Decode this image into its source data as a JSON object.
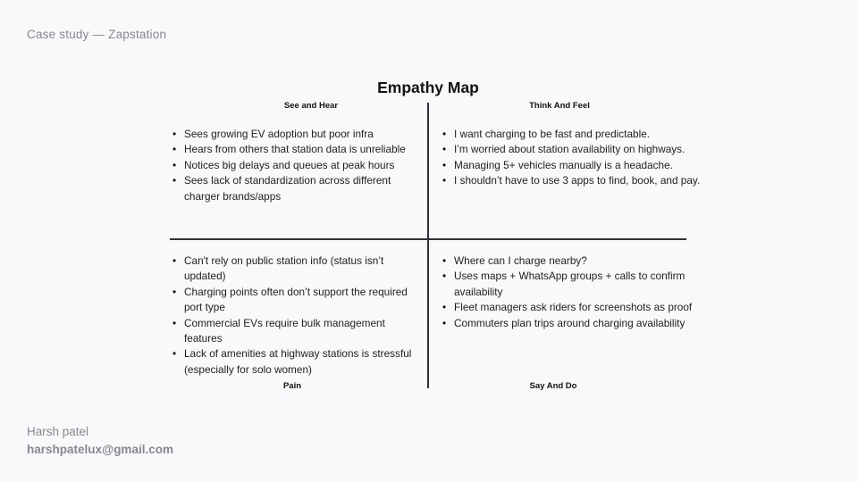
{
  "header": {
    "title": "Case study — Zapstation"
  },
  "empathy_map": {
    "title": "Empathy Map",
    "quadrants": {
      "see_and_hear": {
        "label": "See and Hear",
        "items": [
          "Sees growing EV adoption but poor infra",
          "Hears from others that station data is unreliable",
          "Notices big delays and queues at peak hours",
          "Sees lack of standardization across different charger brands/apps"
        ]
      },
      "think_and_feel": {
        "label": "Think And Feel",
        "items": [
          "I want charging to be fast and predictable.",
          "I’m worried about station availability on highways.",
          "Managing 5+ vehicles manually is a headache.",
          "I shouldn’t have to use 3 apps to find, book, and pay."
        ]
      },
      "pain": {
        "label": "Pain",
        "items": [
          "Can't rely on public station info (status isn’t updated)",
          "Charging points often don’t support the required port type",
          "Commercial EVs require bulk management features",
          "Lack of amenities at highway stations is stressful (especially for solo women)"
        ]
      },
      "say_and_do": {
        "label": "Say And Do",
        "items": [
          "Where can I charge nearby?",
          "Uses maps + WhatsApp groups + calls to confirm availability",
          "Fleet managers ask riders for screenshots as proof",
          "Commuters plan trips around charging availability"
        ]
      }
    }
  },
  "footer": {
    "name": "Harsh patel",
    "email": "harshpatelux@gmail.com"
  },
  "colors": {
    "background": "#f8f9fa",
    "text": "#1d1e20",
    "muted": "#86888d",
    "line": "#303236"
  }
}
